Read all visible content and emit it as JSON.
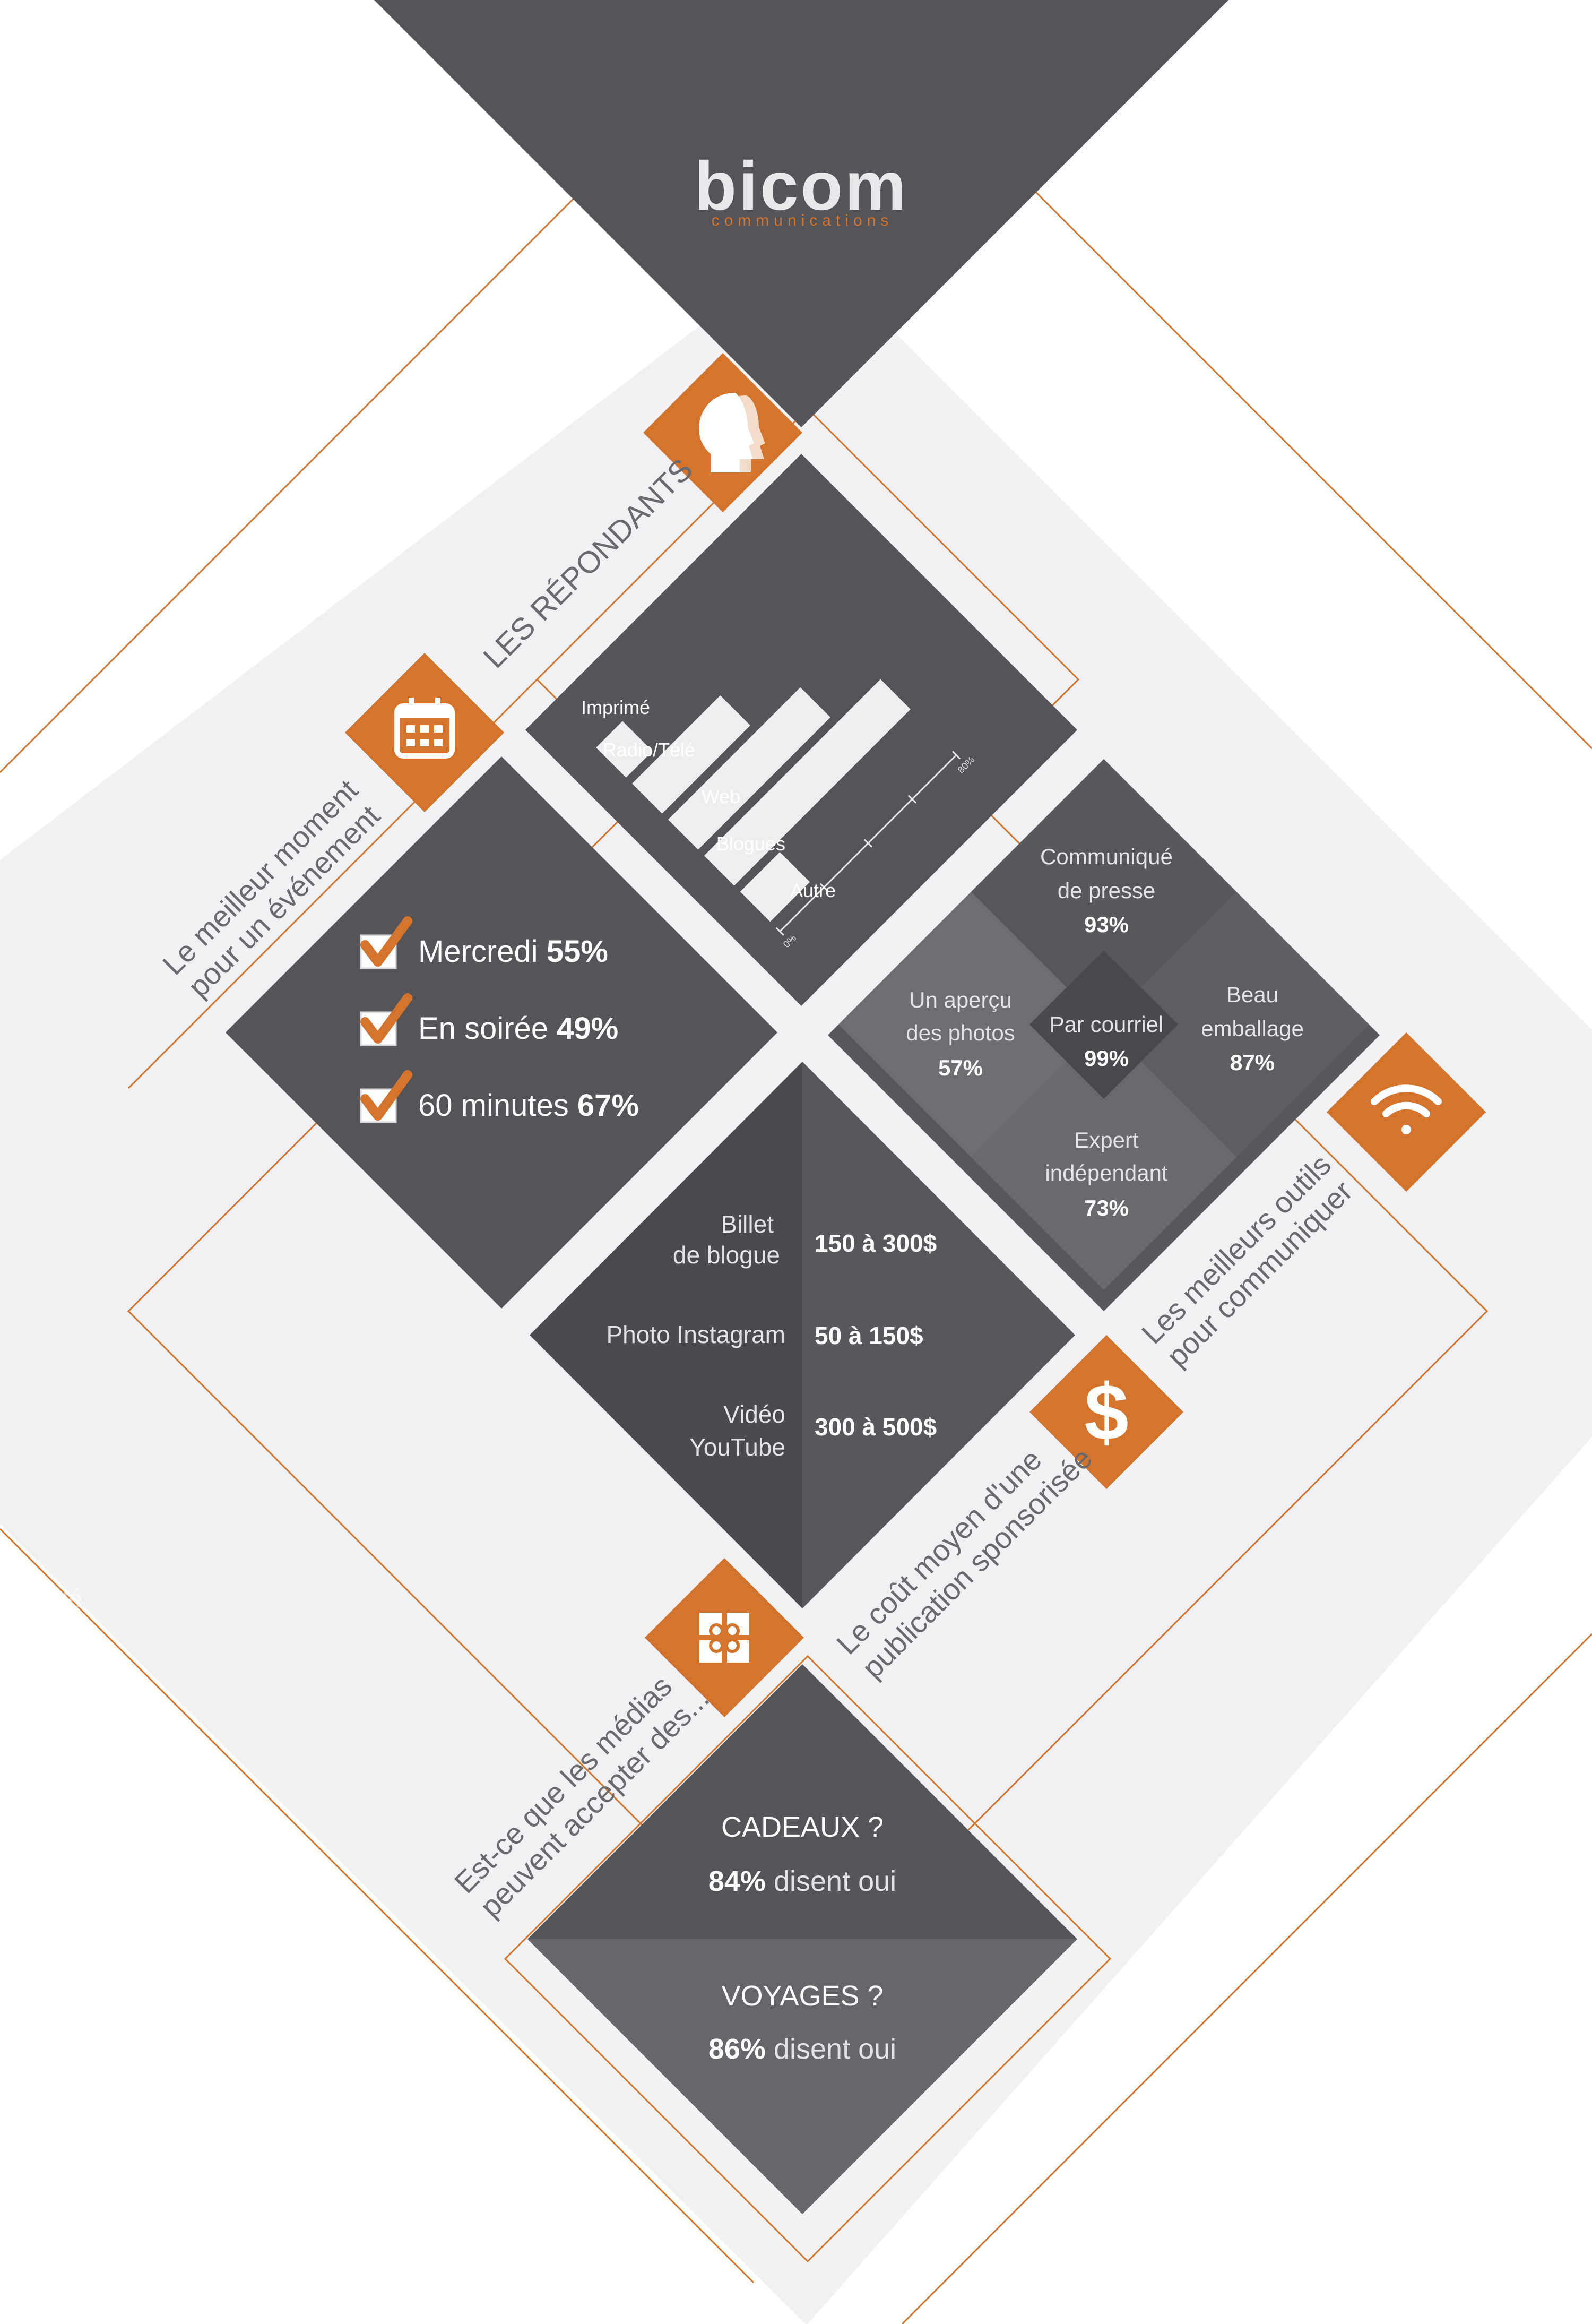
{
  "colors": {
    "dark": "#555559",
    "darker": "#4b4b4f",
    "medium": "#6e6e72",
    "light_bg": "#f1f1f3",
    "accent": "#d4742c",
    "text_light": "#d9d9dc"
  },
  "logo": {
    "word": "bicom",
    "sub": "communications"
  },
  "sections": {
    "respondents": {
      "title": "LES RÉPONDANTS",
      "icon": "heads-icon"
    },
    "event": {
      "title_line1": "Le meilleur moment",
      "title_line2": "pour un événement",
      "icon": "calendar-icon"
    },
    "tools": {
      "title_line1": "Les meilleurs outils",
      "title_line2": "pour communiquer",
      "icon": "wifi-icon"
    },
    "cost": {
      "title_line1": "Le coût moyen d'une",
      "title_line2": "publication sponsorisée",
      "icon": "dollar-icon"
    },
    "gifts": {
      "title_line1": "Est-ce que les médias",
      "title_line2": "peuvent accepter des...",
      "icon": "gift-icon"
    }
  },
  "chart_data": {
    "type": "bar",
    "categories": [
      "Imprimé",
      "Radio/Télé",
      "Web",
      "Blogues",
      "Autre"
    ],
    "values": [
      12,
      40,
      60,
      80,
      18
    ],
    "axis_min_label": "0%",
    "axis_max_label": "80%",
    "xlim": [
      0,
      80
    ]
  },
  "event_items": [
    {
      "label": "Mercredi",
      "value": "55%"
    },
    {
      "label": "En soirée",
      "value": "49%"
    },
    {
      "label": "60 minutes",
      "value": "67%"
    }
  ],
  "tools_items": {
    "top": {
      "line1": "Communiqué",
      "line2": "de presse",
      "value": "93%"
    },
    "left": {
      "line1": "Un aperçu",
      "line2": "des photos",
      "value": "57%"
    },
    "center": {
      "line1": "Par courriel",
      "value": "99%"
    },
    "right": {
      "line1": "Beau",
      "line2": "emballage",
      "value": "87%"
    },
    "bottom": {
      "line1": "Expert",
      "line2": "indépendant",
      "value": "73%"
    }
  },
  "cost_items": [
    {
      "line1": "Billet",
      "line2": "de blogue",
      "value": "150 à 300$"
    },
    {
      "line1": "Photo Instagram",
      "line2": "",
      "value": "50 à 150$"
    },
    {
      "line1": "Vidéo",
      "line2": "YouTube",
      "value": "300 à 500$"
    }
  ],
  "ghost_text": {
    "line1": "Vidé",
    "line2": "ouTube"
  },
  "gift_items": [
    {
      "question": "CADEAUX ?",
      "value": "84%",
      "answer": "disent oui"
    },
    {
      "question": "VOYAGES ?",
      "value": "86%",
      "answer": "disent oui"
    }
  ]
}
